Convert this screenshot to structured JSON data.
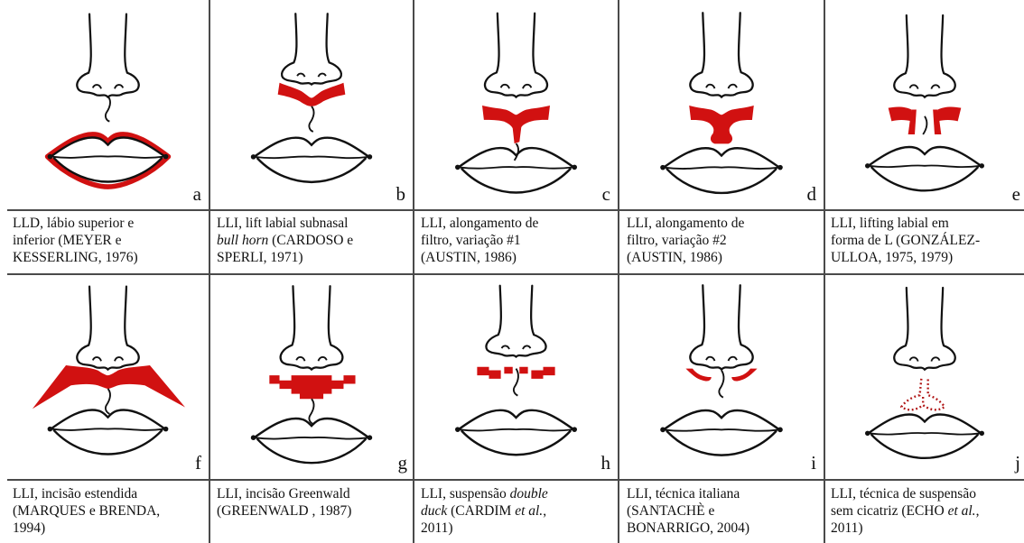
{
  "colors": {
    "incision": "#d11111",
    "line": "#111111"
  },
  "panels": [
    {
      "letter": "a",
      "caption": [
        {
          "t": "LLD, lábio superior e"
        },
        {
          "t": "inferior (MEYER e"
        },
        {
          "t": "KESSERLING, 1976)"
        }
      ]
    },
    {
      "letter": "b",
      "caption": [
        {
          "t": "LLI, lift labial subnasal"
        },
        {
          "t": "bull horn",
          "i": true
        },
        {
          "t": " (CARDOSO e"
        },
        {
          "t": "SPERLI, 1971)"
        }
      ]
    },
    {
      "letter": "c",
      "caption": [
        {
          "t": "LLI, alongamento de"
        },
        {
          "t": "filtro, variação #1"
        },
        {
          "t": "(AUSTIN, 1986)"
        }
      ]
    },
    {
      "letter": "d",
      "caption": [
        {
          "t": "LLI, alongamento de"
        },
        {
          "t": "filtro, variação #2"
        },
        {
          "t": "(AUSTIN, 1986)"
        }
      ]
    },
    {
      "letter": "e",
      "caption": [
        {
          "t": "LLI, lifting labial em"
        },
        {
          "t": "forma de L (GONZÁLEZ-"
        },
        {
          "t": "ULLOA, 1975, 1979)"
        }
      ]
    },
    {
      "letter": "f",
      "caption": [
        {
          "t": "LLI, incisão estendida"
        },
        {
          "t": "(MARQUES e BRENDA,"
        },
        {
          "t": "1994)"
        }
      ]
    },
    {
      "letter": "g",
      "caption": [
        {
          "t": "LLI, incisão Greenwald"
        },
        {
          "t": "(GREENWALD , 1987)"
        }
      ]
    },
    {
      "letter": "h",
      "caption": [
        {
          "t": "LLI, suspensão "
        },
        {
          "t": "double",
          "i": true
        },
        {
          "t": "duck",
          "i": true
        },
        {
          "t": " (CARDIM "
        },
        {
          "t": "et al.",
          "i": true
        },
        {
          "t": ","
        },
        {
          "t": "2011)"
        }
      ]
    },
    {
      "letter": "i",
      "caption": [
        {
          "t": "LLI, técnica italiana"
        },
        {
          "t": "(SANTACHÈ e"
        },
        {
          "t": "BONARRIGO, 2004)"
        }
      ]
    },
    {
      "letter": "j",
      "caption": [
        {
          "t": "LLI, técnica de suspensão"
        },
        {
          "t": "sem cicatriz (ECHO "
        },
        {
          "t": "et al.",
          "i": true
        },
        {
          "t": ","
        },
        {
          "t": "2011)"
        }
      ]
    }
  ]
}
